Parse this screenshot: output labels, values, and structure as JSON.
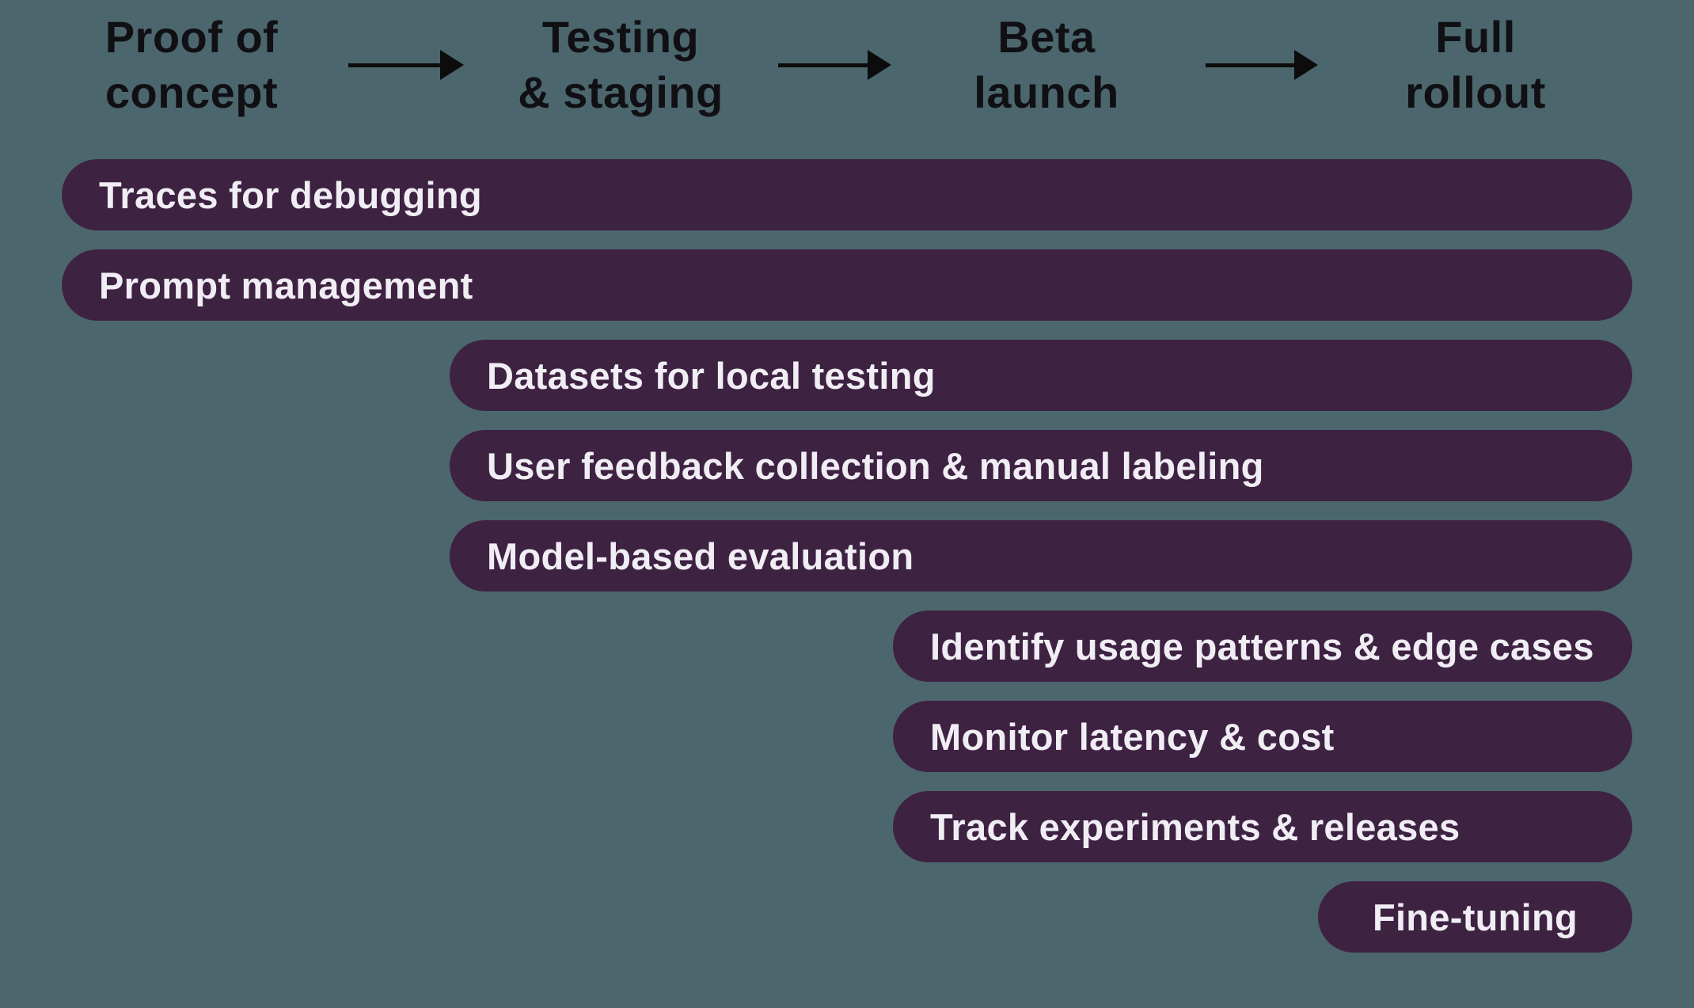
{
  "title": "LLM product rollout phases diagram",
  "colors": {
    "background": "#4c666d",
    "bar_fill": "#3d2242",
    "bar_text": "#f1edf4",
    "header_text": "#101014",
    "arrow": "#0c0c0c"
  },
  "phases": [
    {
      "name": "Proof of concept",
      "line1": "Proof of",
      "line2": "concept"
    },
    {
      "name": "Testing & staging",
      "line1": "Testing",
      "line2": "& staging"
    },
    {
      "name": "Beta launch",
      "line1": "Beta",
      "line2": "launch"
    },
    {
      "name": "Full rollout",
      "line1": "Full",
      "line2": "rollout"
    }
  ],
  "bars": [
    {
      "label": "Traces for debugging",
      "start_phase": "Proof of concept",
      "end_phase": "Full rollout"
    },
    {
      "label": "Prompt management",
      "start_phase": "Proof of concept",
      "end_phase": "Full rollout"
    },
    {
      "label": "Datasets for local testing",
      "start_phase": "Testing & staging",
      "end_phase": "Full rollout"
    },
    {
      "label": "User feedback collection & manual labeling",
      "start_phase": "Testing & staging",
      "end_phase": "Full rollout"
    },
    {
      "label": "Model-based evaluation",
      "start_phase": "Testing & staging",
      "end_phase": "Full rollout"
    },
    {
      "label": "Identify usage patterns & edge cases",
      "start_phase": "Beta launch",
      "end_phase": "Full rollout"
    },
    {
      "label": "Monitor latency & cost",
      "start_phase": "Beta launch",
      "end_phase": "Full rollout"
    },
    {
      "label": "Track experiments & releases",
      "start_phase": "Beta launch",
      "end_phase": "Full rollout"
    },
    {
      "label": "Fine-tuning",
      "start_phase": "Full rollout",
      "end_phase": "Full rollout"
    }
  ]
}
